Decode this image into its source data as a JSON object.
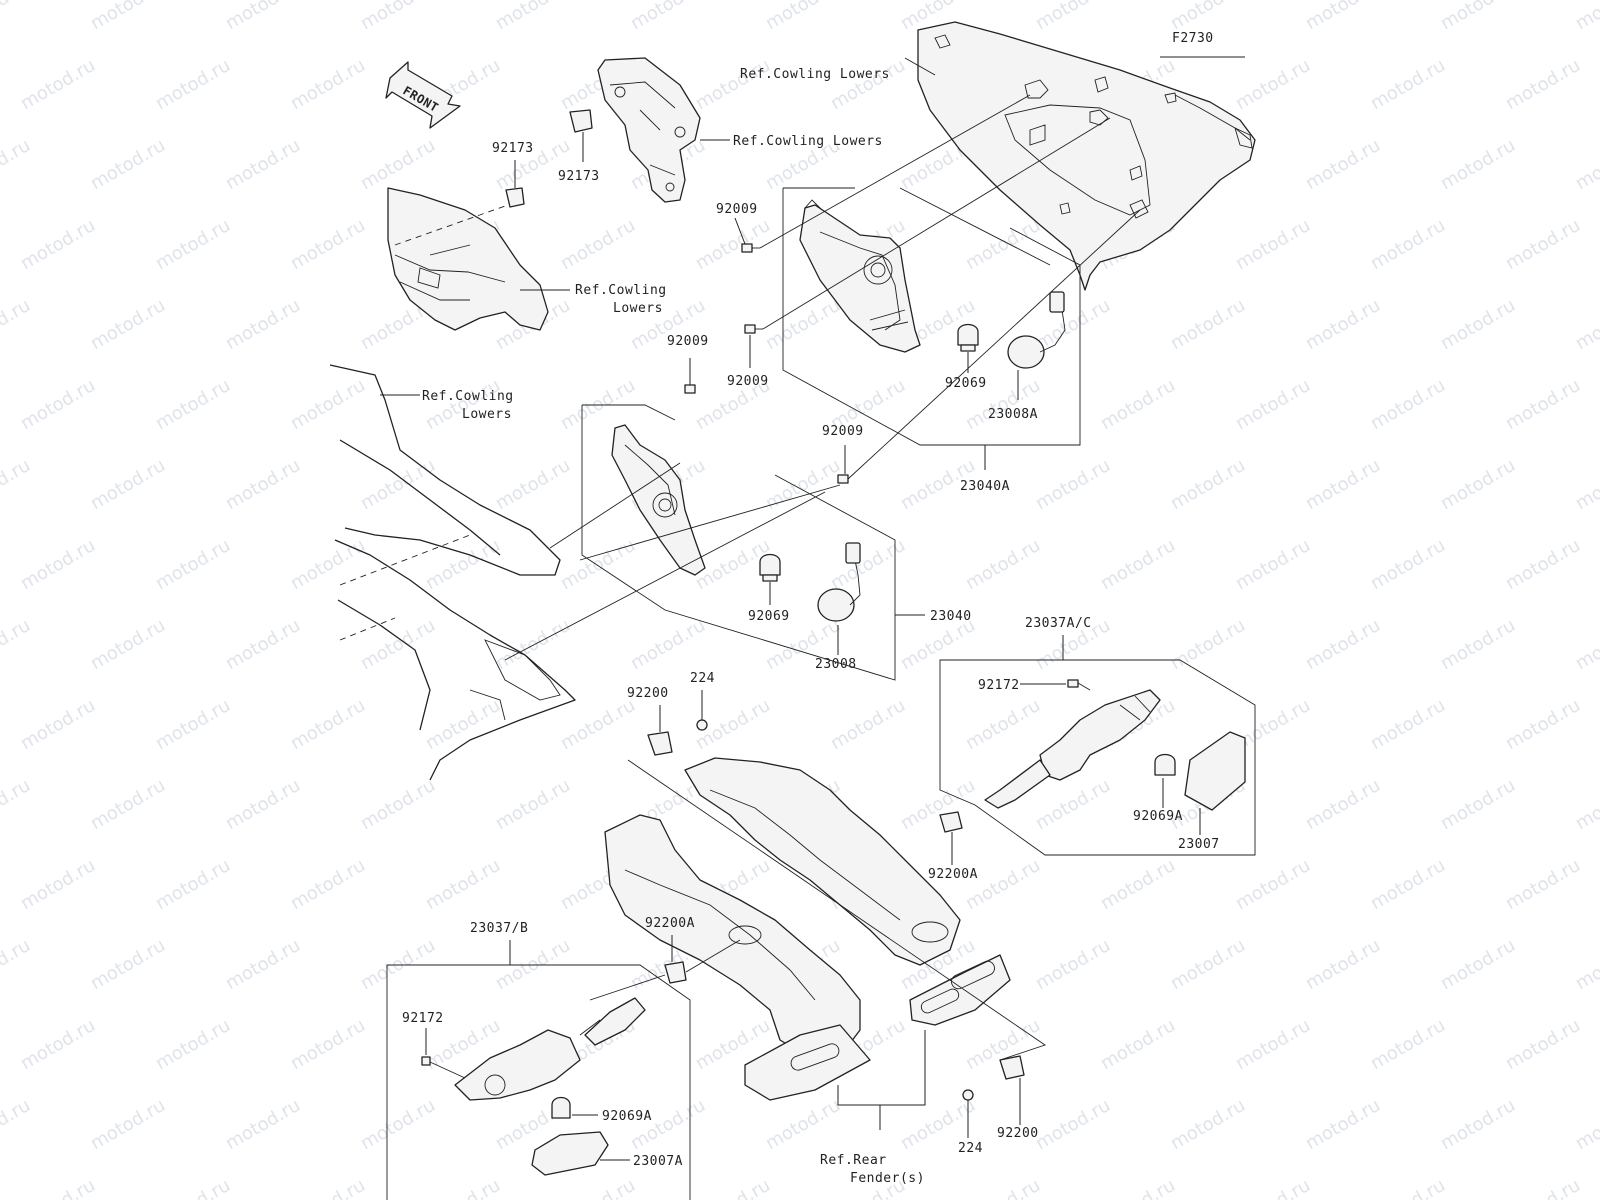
{
  "diagram_id": "F2730",
  "watermark": "motod.ru",
  "front_arrow": "FRONT",
  "labels": {
    "ref_cowling_top": "Ref.Cowling Lowers",
    "ref_cowling_bracket": "Ref.Cowling Lowers",
    "ref_cowling_left_1": "Ref.Cowling",
    "ref_cowling_left_2": "Lowers",
    "ref_cowling_mid_1": "Ref.Cowling",
    "ref_cowling_mid_2": "Lowers",
    "ref_rear_fender_1": "Ref.Rear",
    "ref_rear_fender_2": "Fender(s)",
    "p92173_a": "92173",
    "p92173_b": "92173",
    "p92009_a": "92009",
    "p92009_b": "92009",
    "p92009_c": "92009",
    "p92009_d": "92009",
    "p92069_a": "92069",
    "p92069_b": "92069",
    "p23008A": "23008A",
    "p23040A": "23040A",
    "p23040": "23040",
    "p23008": "23008",
    "p23037AC": "23037A/C",
    "p92172_a": "92172",
    "p92069A_a": "92069A",
    "p23007": "23007",
    "p92200A_a": "92200A",
    "p92200_a": "92200",
    "p224_a": "224",
    "p23037B": "23037/B",
    "p92200A_b": "92200A",
    "p92172_b": "92172",
    "p92069A_b": "92069A",
    "p23007A": "23007A",
    "p224_b": "224",
    "p92200_b": "92200"
  }
}
